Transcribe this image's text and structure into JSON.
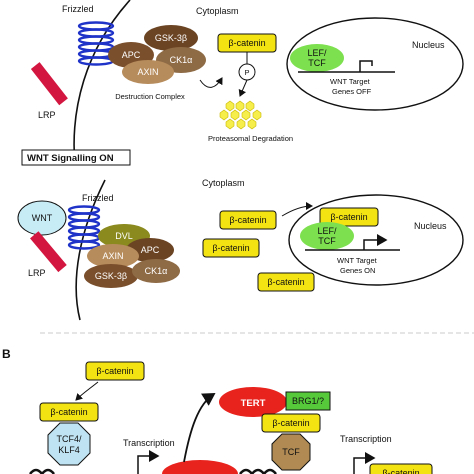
{
  "colors": {
    "beta_catenin": "#f4e312",
    "lef_tcf": "#7de04f",
    "lrp": "#d3163f",
    "frizzled": "#1f33c9",
    "gsk": "#6b4424",
    "apc": "#7a4f2c",
    "ck1": "#8e6a45",
    "axin": "#b78c5c",
    "dvl": "#8a8a1e",
    "wnt": "#c8ecf6",
    "tert": "#e8221d",
    "brg1": "#55c93a",
    "tcf_brown": "#b08a52",
    "tcf4": "#bfe3f2",
    "proteasome_dots": "#f6ee4a"
  },
  "panel_a_top": {
    "frizzled": "Frizzled",
    "cytoplasm": "Cytoplasm",
    "lrp": "LRP",
    "gsk": "GSK-3β",
    "apc": "APC",
    "ck1": "CK1α",
    "axin": "AXIN",
    "destruction_complex": "Destruction Complex",
    "beta_catenin": "β-catenin",
    "p": "P",
    "proteasomal": "Proteasomal Degradation",
    "lef_tcf_1": "LEF/",
    "lef_tcf_2": "TCF",
    "nucleus": "Nucleus",
    "target_1": "WNT Target",
    "target_2": "Genes OFF"
  },
  "panel_a_bottom": {
    "signalling_on": "WNT Signalling ON",
    "frizzled": "Frizzled",
    "cytoplasm": "Cytoplasm",
    "wnt": "WNT",
    "lrp": "LRP",
    "dvl": "DVL",
    "apc": "APC",
    "axin": "AXIN",
    "gsk": "GSK-3β",
    "ck1": "CK1α",
    "beta_catenin": "β-catenin",
    "lef_tcf_1": "LEF/",
    "lef_tcf_2": "TCF",
    "nucleus": "Nucleus",
    "target_1": "WNT Target",
    "target_2": "Genes ON"
  },
  "panel_b": {
    "label": "B",
    "beta_catenin": "β-catenin",
    "tcf4_1": "TCF4/",
    "tcf4_2": "KLF4",
    "transcription": "Transcription",
    "tert": "TERT",
    "brg1": "BRG1/?",
    "tcf": "TCF"
  }
}
